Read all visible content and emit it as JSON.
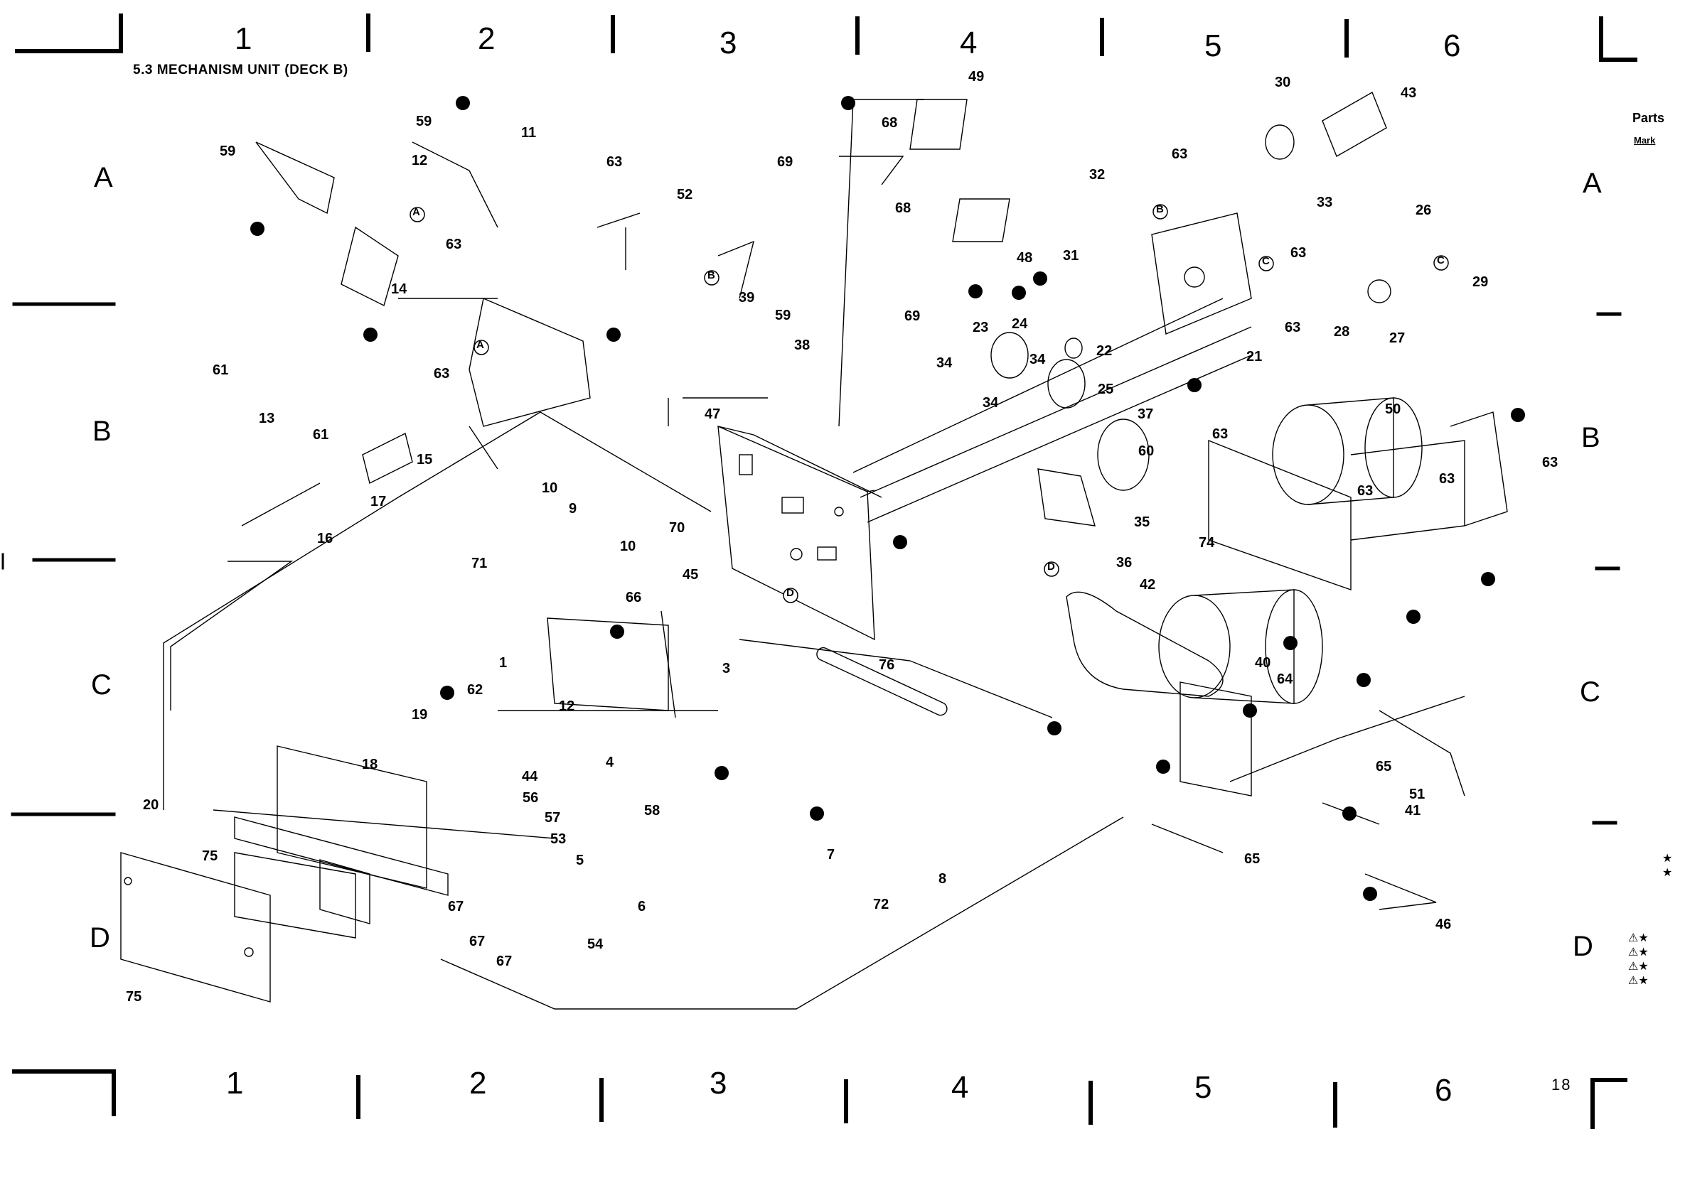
{
  "title": "5.3  MECHANISM UNIT (DECK B)",
  "page_number": "18",
  "columns": [
    "1",
    "2",
    "3",
    "4",
    "5",
    "6"
  ],
  "rows": [
    "A",
    "B",
    "C",
    "D"
  ],
  "right_margin": {
    "parts": "Parts",
    "mark": "Mark"
  },
  "part_numbers": [
    "1",
    "3",
    "4",
    "5",
    "6",
    "7",
    "8",
    "9",
    "10",
    "10",
    "11",
    "12",
    "12",
    "13",
    "14",
    "15",
    "16",
    "17",
    "18",
    "19",
    "20",
    "21",
    "22",
    "23",
    "24",
    "25",
    "26",
    "27",
    "28",
    "29",
    "30",
    "31",
    "32",
    "33",
    "34",
    "34",
    "34",
    "35",
    "36",
    "37",
    "38",
    "39",
    "40",
    "41",
    "42",
    "43",
    "44",
    "45",
    "46",
    "47",
    "48",
    "49",
    "50",
    "51",
    "52",
    "53",
    "54",
    "56",
    "57",
    "58",
    "59",
    "59",
    "59",
    "60",
    "61",
    "61",
    "62",
    "63",
    "63",
    "63",
    "63",
    "63",
    "63",
    "63",
    "63",
    "63",
    "63",
    "64",
    "65",
    "65",
    "66",
    "67",
    "67",
    "67",
    "68",
    "68",
    "69",
    "69",
    "70",
    "71",
    "72",
    "74",
    "75",
    "75",
    "76"
  ],
  "callouts": [
    "A",
    "A",
    "B",
    "B",
    "C",
    "C",
    "D",
    "D"
  ],
  "legend_stars": [
    "★",
    "★"
  ],
  "legend_warnings": [
    "⚠★",
    "⚠★",
    "⚠★",
    "⚠★"
  ]
}
